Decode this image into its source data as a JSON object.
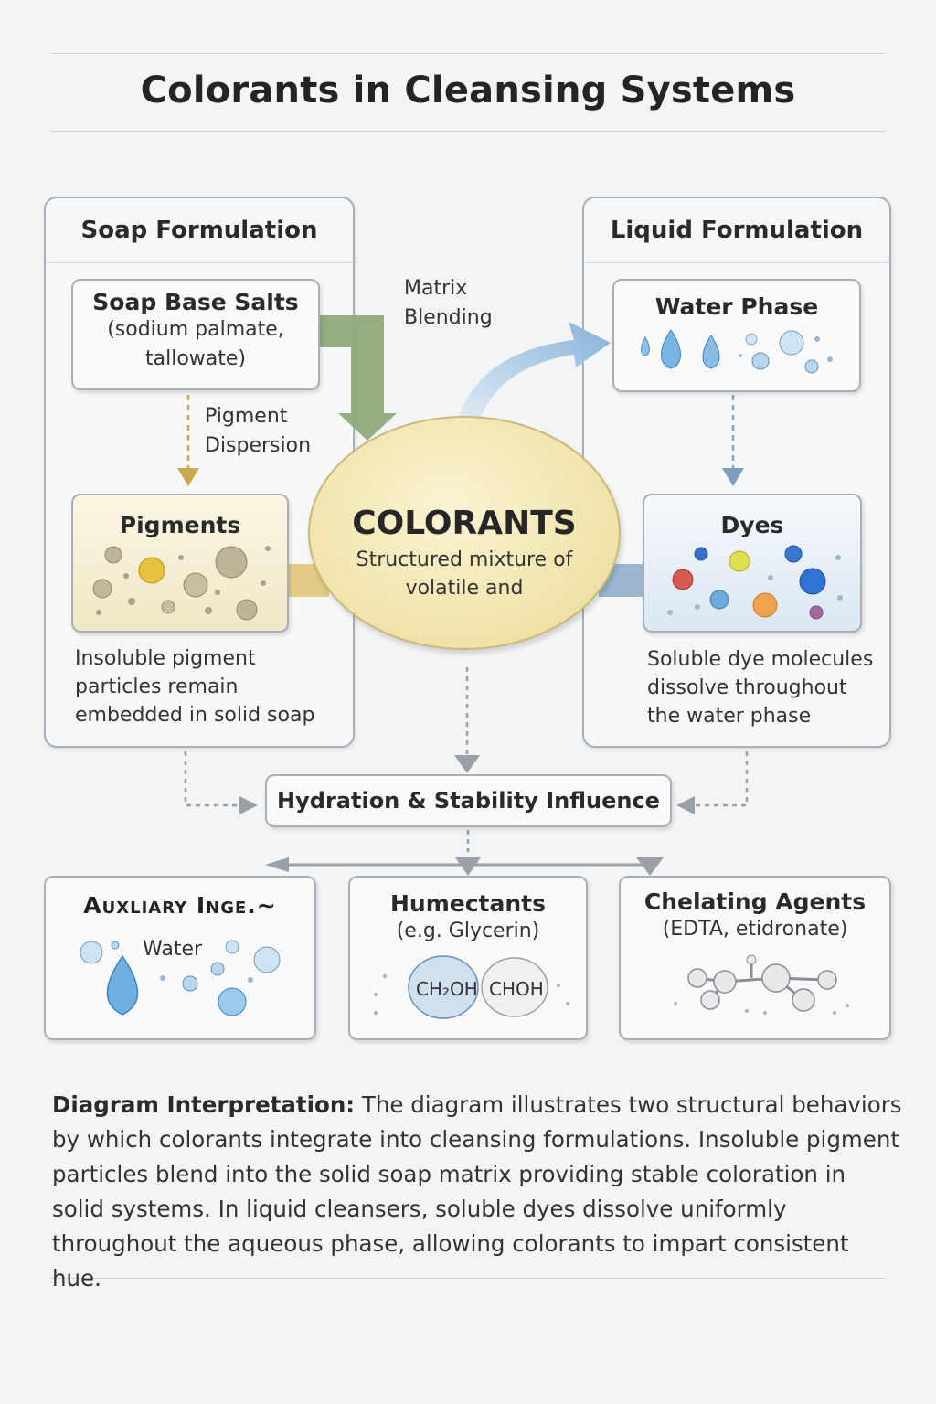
{
  "title": "Colorants in Cleansing Systems",
  "soap_panel": {
    "title": "Soap Formulation",
    "base_title": "Soap Base Salts",
    "base_sub": [
      "(sodium palmate,",
      "tallowate)"
    ],
    "dispersion_label": [
      "Pigment",
      "Dispersion"
    ],
    "pigments_title": "Pigments",
    "description": [
      "Insoluble pigment",
      "particles remain",
      "embedded in solid soap"
    ]
  },
  "matrix_label": [
    "Matrix",
    "Blending"
  ],
  "liquid_panel": {
    "title": "Liquid Formulation",
    "water_title": "Water Phase",
    "dyes_title": "Dyes",
    "description": [
      "Soluble dye molecules",
      "dissolve throughout",
      "the water phase"
    ]
  },
  "colorants": {
    "title": "COLORANTS",
    "sub": [
      "Structured  mixture of",
      "volatile and"
    ]
  },
  "hydration": "Hydration & Stability Influence",
  "auxiliary": {
    "title": "Auxliary Inge.~",
    "water_label": "Water"
  },
  "humectants": {
    "title": "Humectants",
    "sub": "(e.g. Glycerin)",
    "formula_left": "CH₂OH",
    "formula_right": "CHOH"
  },
  "chelating": {
    "title": "Chelating Agents",
    "sub": "(EDTA, etidronate)"
  },
  "interpretation": {
    "heading": "Diagram Interpretation:",
    "text": " The diagram illustrates two structural behaviors by which colorants integrate into cleansing formulations. Insoluble pigment particles blend into the solid soap matrix providing  stable coloration in solid systems. In liquid cleansers, soluble dyes dissolve uniformly throughout the aqueous phase, allowing colorants to impart consistent hue."
  },
  "colors": {
    "green_arrow": "#8fa97a",
    "blue_arrow": "#9fc3de",
    "gold_arrow": "#c9a94e",
    "pigment_gold": "#e8c23e",
    "dye_red": "#d65a50",
    "dye_yellow": "#e2dd50",
    "dye_orange": "#f0a24e",
    "dye_purple": "#a46a9c",
    "water_blue": "#5aa0d8"
  }
}
